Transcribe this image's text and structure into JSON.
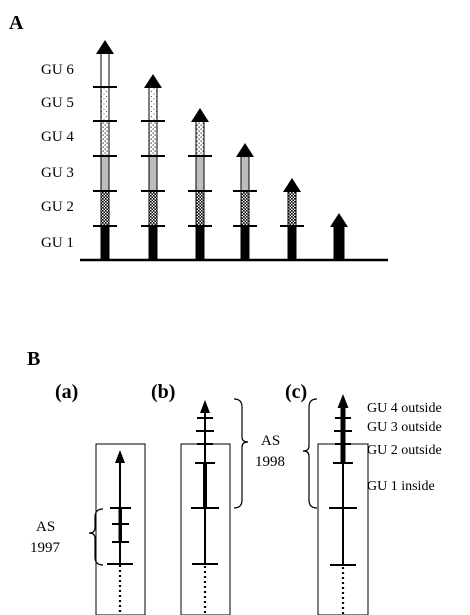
{
  "panel_a": {
    "letter": "A",
    "growth_unit_labels": [
      "GU 6",
      "GU 5",
      "GU 4",
      "GU 3",
      "GU 2",
      "GU 1"
    ],
    "shoots": [
      {
        "units": 6
      },
      {
        "units": 5
      },
      {
        "units": 4
      },
      {
        "units": 3
      },
      {
        "units": 2
      },
      {
        "units": 1
      }
    ],
    "unit_styles": [
      "solid-black",
      "dense-dotted",
      "light-grey",
      "sparse-dotted",
      "fine-dotted",
      "white"
    ]
  },
  "panel_b": {
    "letter": "B",
    "subpanels": [
      {
        "label": "(a)",
        "as_label_line1": "AS",
        "as_label_line2": "1997"
      },
      {
        "label": "(b)",
        "as_label_line1": "AS",
        "as_label_line2": "1998"
      },
      {
        "label": "(c)",
        "notes": [
          "GU 4 outside",
          "GU 3 outside",
          "GU 2 outside",
          "GU 1 inside"
        ]
      }
    ]
  }
}
